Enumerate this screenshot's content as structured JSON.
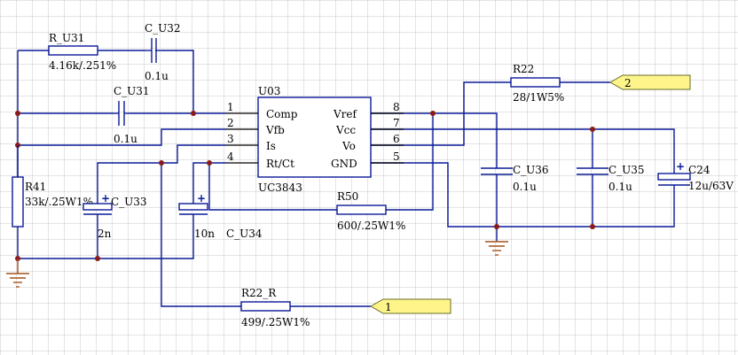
{
  "colors": {
    "grid": "#c9c9c9",
    "wire": "#0a1a96",
    "junction": "#8b1a1a",
    "ground": "#a4511b",
    "port_fill": "#fdf58a"
  },
  "ic": {
    "designator": "U03",
    "part": "UC3843",
    "pins_left": [
      {
        "num": "1",
        "name": "Comp"
      },
      {
        "num": "2",
        "name": "Vfb"
      },
      {
        "num": "3",
        "name": "Is"
      },
      {
        "num": "4",
        "name": "Rt/Ct"
      }
    ],
    "pins_right": [
      {
        "num": "8",
        "name": "Vref"
      },
      {
        "num": "7",
        "name": "Vcc"
      },
      {
        "num": "6",
        "name": "Vo"
      },
      {
        "num": "5",
        "name": "GND"
      }
    ]
  },
  "components": {
    "r_u31": {
      "designator": "R_U31",
      "value": "4.16k/.251%"
    },
    "c_u32": {
      "designator": "C_U32",
      "value": "0.1u"
    },
    "c_u31": {
      "designator": "C_U31",
      "value": "0.1u"
    },
    "r41": {
      "designator": "R41",
      "value": "33k/.25W1%"
    },
    "c_u33": {
      "designator": "C_U33",
      "value": "2n"
    },
    "c_u34": {
      "designator": "C_U34",
      "value": "10n"
    },
    "r50": {
      "designator": "R50",
      "value": "600/.25W1%"
    },
    "r22": {
      "designator": "R22",
      "value": "28/1W5%"
    },
    "c_u36": {
      "designator": "C_U36",
      "value": "0.1u"
    },
    "c_u35": {
      "designator": "C_U35",
      "value": "0.1u"
    },
    "c24": {
      "designator": "C24",
      "value": "12u/63V"
    },
    "r22_r": {
      "designator": "R22_R",
      "value": "499/.25W1%"
    }
  },
  "ports": [
    {
      "label": "2"
    },
    {
      "label": "1"
    }
  ],
  "polarity_mark": "+"
}
